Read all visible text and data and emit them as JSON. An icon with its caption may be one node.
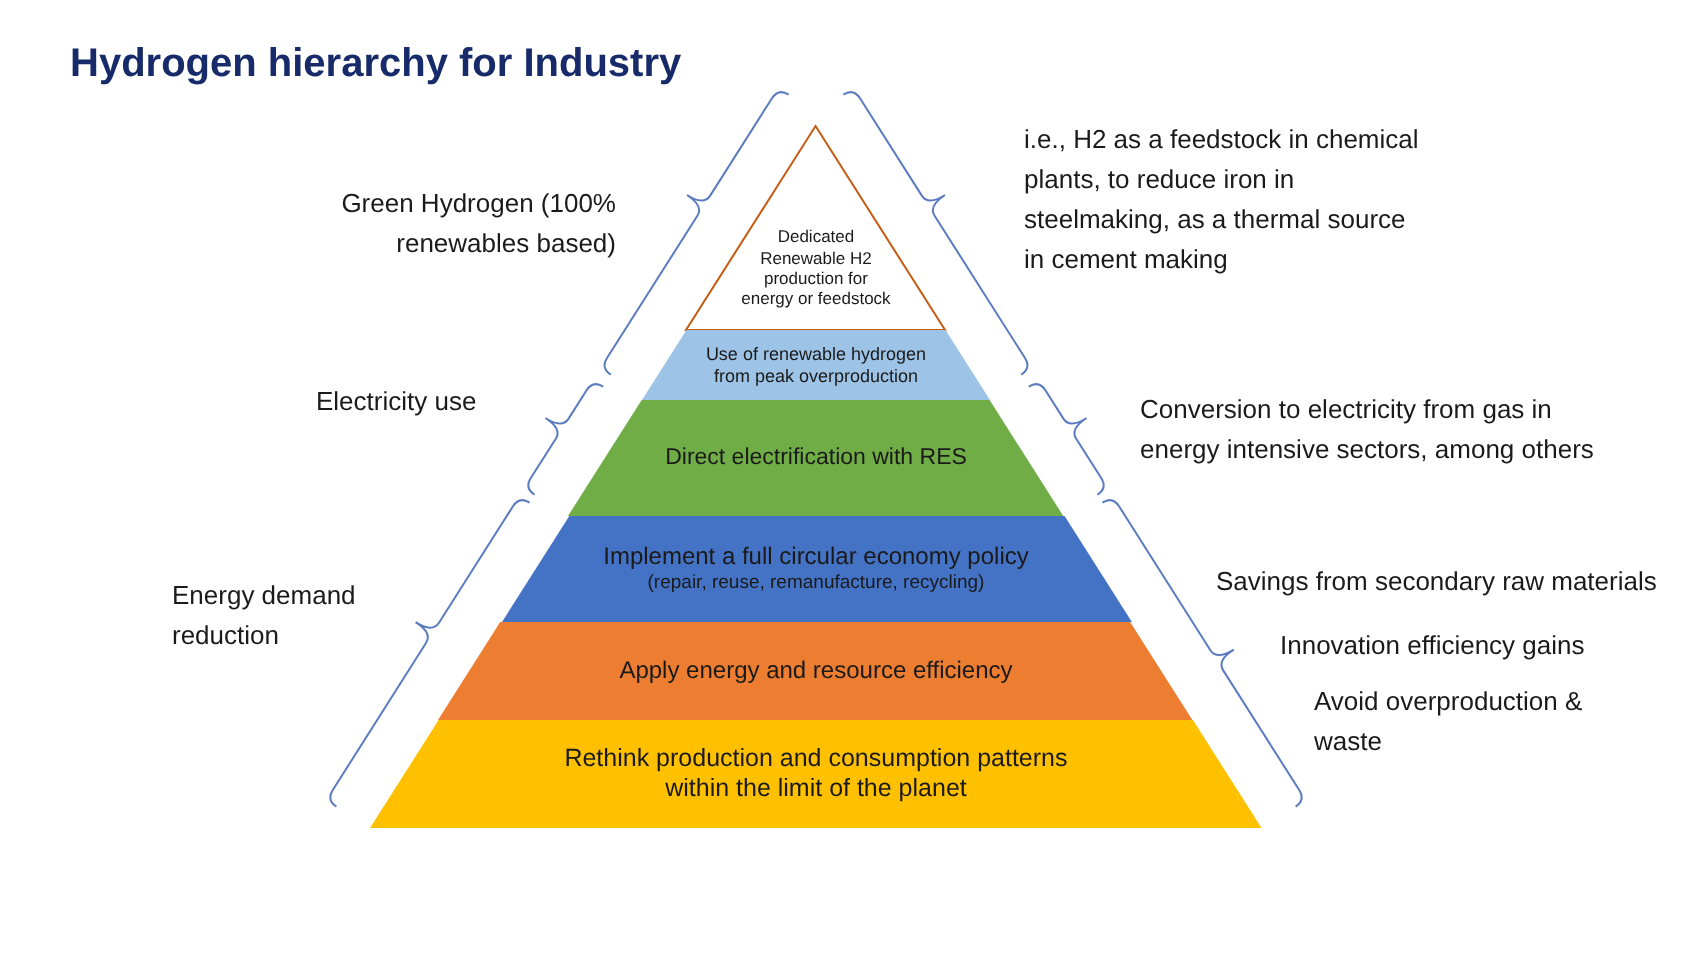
{
  "diagram": {
    "title": "Hydrogen hierarchy for Industry",
    "nodes": [
      {
        "text": [
          "Dedicated Renewable H2 production for energy or feedstock"
        ]
      },
      {
        "text": [
          "Use of renewable hydrogen from peak overproduction"
        ]
      },
      {
        "text": [
          "Direct electrification with RES"
        ]
      },
      {
        "text": [
          "Implement a full circular economy policy",
          "(repair, reuse, remanufacture, recycling)"
        ]
      },
      {
        "text": [
          "Apply energy and resource efficiency"
        ]
      },
      {
        "text": [
          "Rethink production and consumption patterns within the limit of the planet"
        ]
      }
    ],
    "labels": [
      "Green Hydrogen (100% renewables based)",
      "i.e., H2 as a feedstock in chemical plants, to reduce iron in steelmaking, as a thermal source in cement making",
      "Electricity use",
      "Conversion to electricity from gas in energy intensive sectors, among others",
      "Energy demand reduction",
      "Savings from secondary raw materials",
      "Innovation efficiency gains",
      "Avoid overproduction & waste"
    ]
  }
}
